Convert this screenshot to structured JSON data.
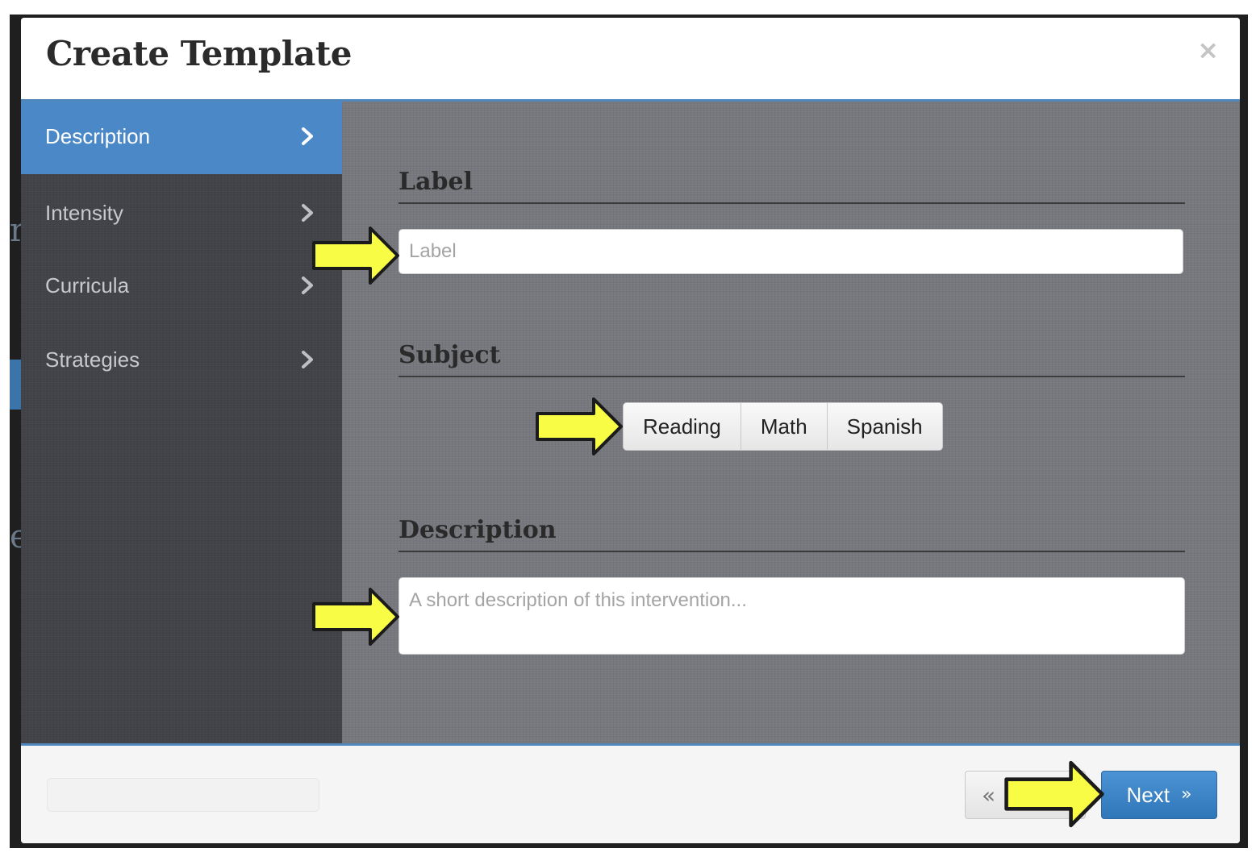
{
  "modal": {
    "title": "Create Template",
    "close_glyph": "×"
  },
  "sidebar": {
    "items": [
      {
        "label": "Description",
        "active": true,
        "icon": "chevron-right-icon"
      },
      {
        "label": "Intensity",
        "active": false,
        "icon": "chevron-right-icon"
      },
      {
        "label": "Curricula",
        "active": false,
        "icon": "chevron-right-icon"
      },
      {
        "label": "Strategies",
        "active": false,
        "icon": "chevron-right-icon"
      }
    ]
  },
  "form": {
    "label_section": {
      "heading": "Label",
      "placeholder": "Label",
      "value": ""
    },
    "subject_section": {
      "heading": "Subject",
      "options": [
        "Reading",
        "Math",
        "Spanish"
      ]
    },
    "description_section": {
      "heading": "Description",
      "placeholder": "A short description of this intervention...",
      "value": ""
    }
  },
  "footer": {
    "prev_glyph": "«",
    "next_label": "Next",
    "next_glyph": "»"
  },
  "annotations": {
    "arrow_icon": "yellow-arrow-icon",
    "arrow_fill": "#f8fc44",
    "arrow_stroke": "#1b1b1b"
  },
  "colors": {
    "accent": "#4a88c7",
    "sidebar_bg": "#414348",
    "main_bg": "#77787d",
    "next_button": "#2f77b8"
  }
}
